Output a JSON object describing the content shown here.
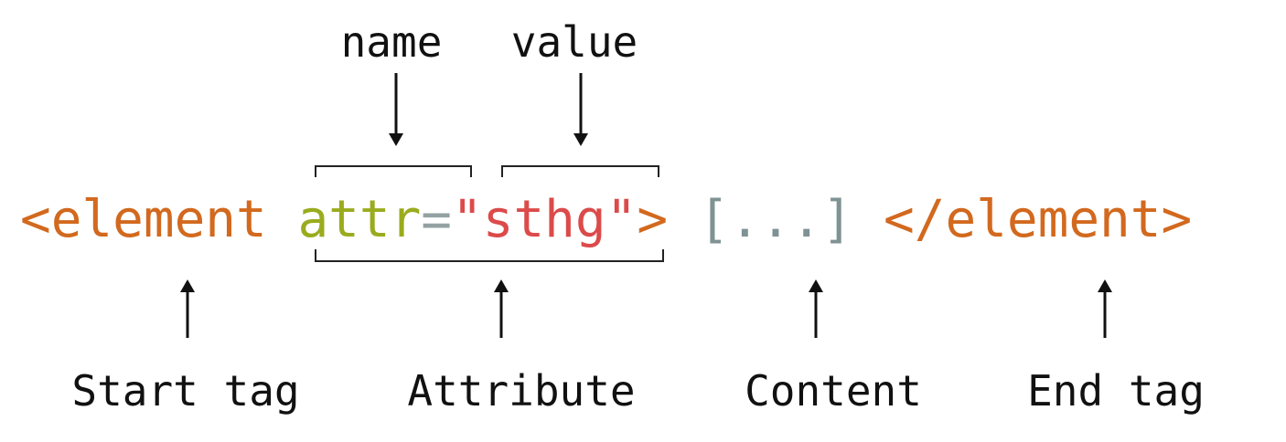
{
  "code_line": {
    "start_open": "<element",
    "attr_name": "attr",
    "equals": "=",
    "quote_open": "\"",
    "attr_value": "sthg",
    "quote_close": "\"",
    "start_close": ">",
    "content": "[...]",
    "end_tag": "</element>"
  },
  "top_labels": {
    "name": "name",
    "value": "value"
  },
  "bottom_labels": {
    "start_tag": "Start tag",
    "attribute": "Attribute",
    "content": "Content",
    "end_tag": "End tag"
  },
  "colors": {
    "tag": "#d2691e",
    "attr_name": "#9aab1e",
    "equals": "#93a1a1",
    "attr_value": "#dc4a4a",
    "content": "#7f9294",
    "text": "#111111"
  }
}
